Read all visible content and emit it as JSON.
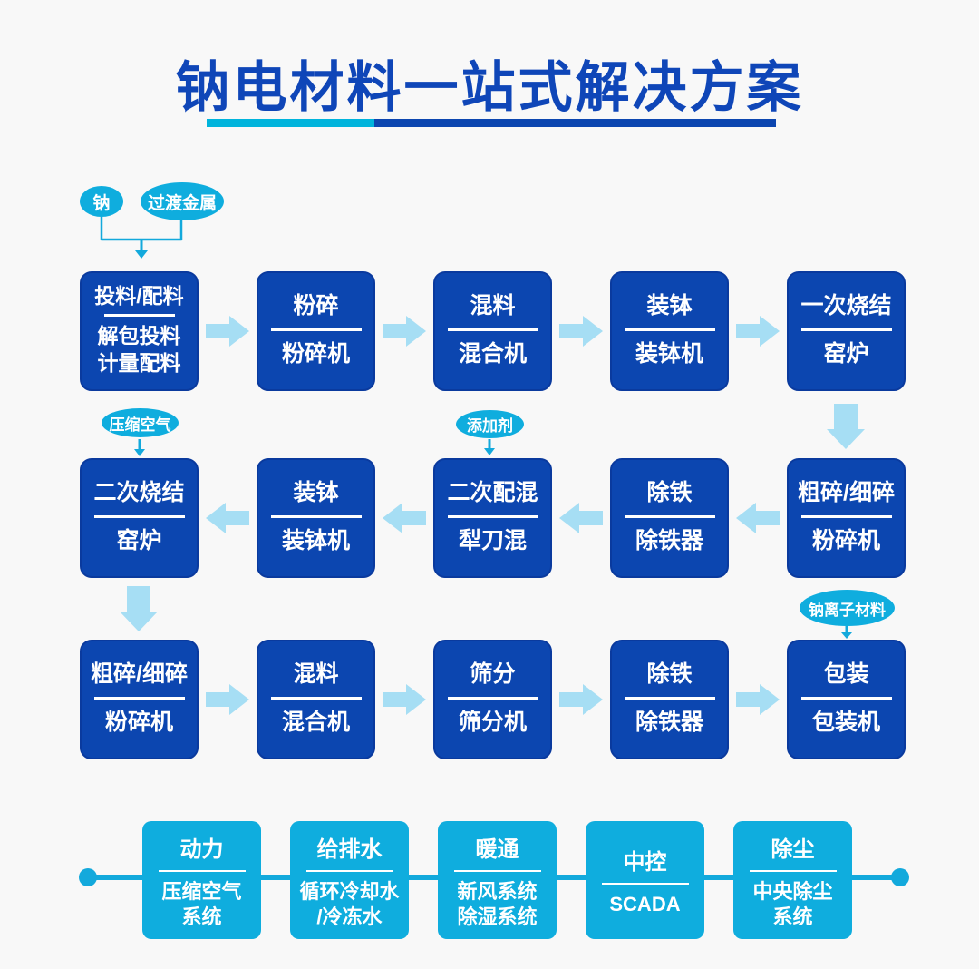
{
  "title": "钠电材料一站式解决方案",
  "colors": {
    "primary_blue": "#0c46b0",
    "box_border": "#0a3a9e",
    "cyan": "#0fadde",
    "arrow_light": "#a6def4",
    "line_cyan": "#13a9dc",
    "title_blue": "#0f46b8",
    "underline_cyan": "#00b4dc",
    "background": "#f8f8f8"
  },
  "inputs": {
    "sodium": "钠",
    "transition_metal": "过渡金属",
    "compressed_air": "压缩空气",
    "additive": "添加剂",
    "sodium_ion_material": "钠离子材料"
  },
  "flow": {
    "row1": [
      {
        "top": "投料/配料",
        "bottom": "解包投料\n计量配料"
      },
      {
        "top": "粉碎",
        "bottom": "粉碎机"
      },
      {
        "top": "混料",
        "bottom": "混合机"
      },
      {
        "top": "装钵",
        "bottom": "装钵机"
      },
      {
        "top": "一次烧结",
        "bottom": "窑炉"
      }
    ],
    "row2": [
      {
        "top": "二次烧结",
        "bottom": "窑炉"
      },
      {
        "top": "装钵",
        "bottom": "装钵机"
      },
      {
        "top": "二次配混",
        "bottom": "犁刀混"
      },
      {
        "top": "除铁",
        "bottom": "除铁器"
      },
      {
        "top": "粗碎/细碎",
        "bottom": "粉碎机"
      }
    ],
    "row3": [
      {
        "top": "粗碎/细碎",
        "bottom": "粉碎机"
      },
      {
        "top": "混料",
        "bottom": "混合机"
      },
      {
        "top": "筛分",
        "bottom": "筛分机"
      },
      {
        "top": "除铁",
        "bottom": "除铁器"
      },
      {
        "top": "包装",
        "bottom": "包装机"
      }
    ]
  },
  "utilities": [
    {
      "top": "动力",
      "bottom": "压缩空气\n系统"
    },
    {
      "top": "给排水",
      "bottom": "循环冷却水\n/冷冻水"
    },
    {
      "top": "暖通",
      "bottom": "新风系统\n除湿系统"
    },
    {
      "top": "中控",
      "bottom": "SCADA"
    },
    {
      "top": "除尘",
      "bottom": "中央除尘\n系统"
    }
  ]
}
